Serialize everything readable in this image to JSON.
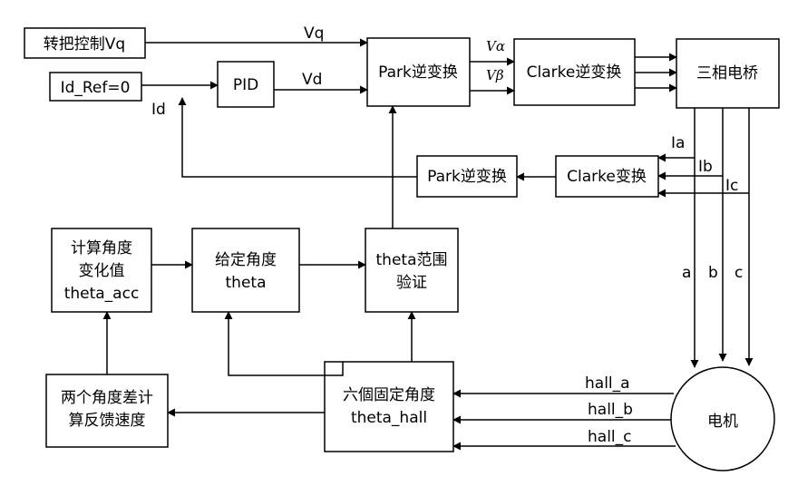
{
  "blocks": {
    "throttle": "转把控制Vq",
    "id_ref": "Id_Ref=0",
    "pid": "PID",
    "park_inv": "Park逆变换",
    "clarke_inv": "Clarke逆变换",
    "bridge": "三相电桥",
    "park_feedback": "Park逆变换",
    "clarke": "Clarke变换",
    "calc_angle": [
      "计算角度",
      "变化值",
      "theta_acc"
    ],
    "given_angle": [
      "给定角度",
      "theta"
    ],
    "theta_check": [
      "theta范围",
      "验证"
    ],
    "diff_speed": [
      "两个角度差计",
      "算反馈速度"
    ],
    "six_angles": [
      "六個固定角度",
      "theta_hall"
    ],
    "motor": "电机"
  },
  "signals": {
    "vq": "Vq",
    "vd": "Vd",
    "id": "Id",
    "valpha": "Vα",
    "vbeta": "Vβ",
    "ia": "Ia",
    "ib": "Ib",
    "ic": "Ic",
    "a": "a",
    "b": "b",
    "c": "c",
    "hall_a": "hall_a",
    "hall_b": "hall_b",
    "hall_c": "hall_c"
  }
}
